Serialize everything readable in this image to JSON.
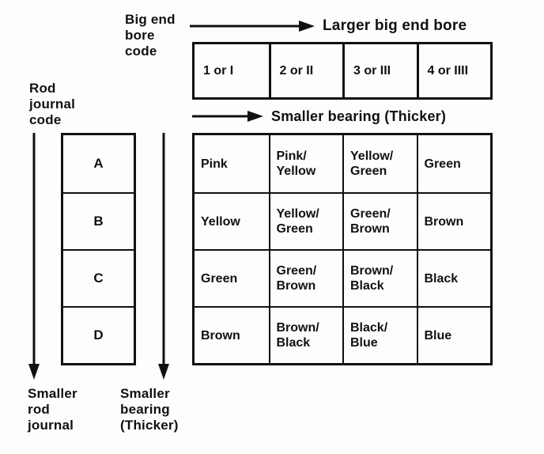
{
  "page": {
    "background": "#fdfdfc",
    "ink": "#111111"
  },
  "labels": {
    "big_end_bore_code": [
      "Big end",
      "bore",
      "code"
    ],
    "larger_big_end_bore": "Larger big end bore",
    "smaller_bearing_header": "Smaller bearing (Thicker)",
    "rod_journal_code": [
      "Rod",
      "journal",
      "code"
    ],
    "smaller_rod_journal": [
      "Smaller",
      "rod",
      "journal"
    ],
    "smaller_bearing_footer": [
      "Smaller",
      "bearing",
      "(Thicker)"
    ]
  },
  "bore_code_header": {
    "cells": [
      "1 or I",
      "2 or II",
      "3 or III",
      "4 or IIII"
    ]
  },
  "rod_journal_column": {
    "cells": [
      "A",
      "B",
      "C",
      "D"
    ]
  },
  "bearing_selection_table": {
    "type": "table",
    "row_codes": [
      "A",
      "B",
      "C",
      "D"
    ],
    "column_codes": [
      "1 or I",
      "2 or II",
      "3 or III",
      "4 or IIII"
    ],
    "rows": [
      [
        "Pink",
        "Pink/Yellow",
        "Yellow/Green",
        "Green"
      ],
      [
        "Yellow",
        "Yellow/Green",
        "Green/Brown",
        "Brown"
      ],
      [
        "Green",
        "Green/Brown",
        "Brown/Black",
        "Black"
      ],
      [
        "Brown",
        "Brown/Black",
        "Black/Blue",
        "Blue"
      ]
    ]
  }
}
